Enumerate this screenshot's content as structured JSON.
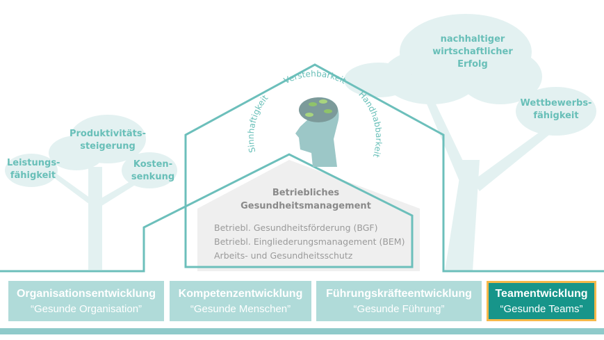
{
  "trees": {
    "left": [
      "Leistungs-\nfähigkeit",
      "Produktivitäts-\nsteigerung",
      "Kosten-\nsenkung"
    ],
    "right": [
      "nachhaltiger\nwirtschaftlicher\nErfolg",
      "Wettbewerbs-\nfähigkeit"
    ]
  },
  "arc": {
    "left": "Sinnhaftigkeit",
    "top": "Verstehbarkeit",
    "right": "Handhabbarkeit"
  },
  "bgm": {
    "title": "Betriebliches\nGesundheitsmanagement",
    "items": [
      "Betriebl. Gesundheitsförderung (BGF)",
      "Betriebl. Eingliederungsmanagement (BEM)",
      "Arbeits- und Gesundheitsschutz"
    ]
  },
  "pillars": [
    {
      "title": "Organisationsentwicklung",
      "subtitle": "“Gesunde Organisation”"
    },
    {
      "title": "Kompetenzentwicklung",
      "subtitle": "“Gesunde Menschen”"
    },
    {
      "title": "Führungskräfteentwicklung",
      "subtitle": "“Gesunde Führung”"
    },
    {
      "title": "Teamentwicklung",
      "subtitle": "“Gesunde Teams”",
      "active": true
    }
  ],
  "colors": {
    "teal": "#6cbfbb",
    "active": "#17958a",
    "highlight": "#f6b94a",
    "pillar": "#b0dbd9"
  }
}
